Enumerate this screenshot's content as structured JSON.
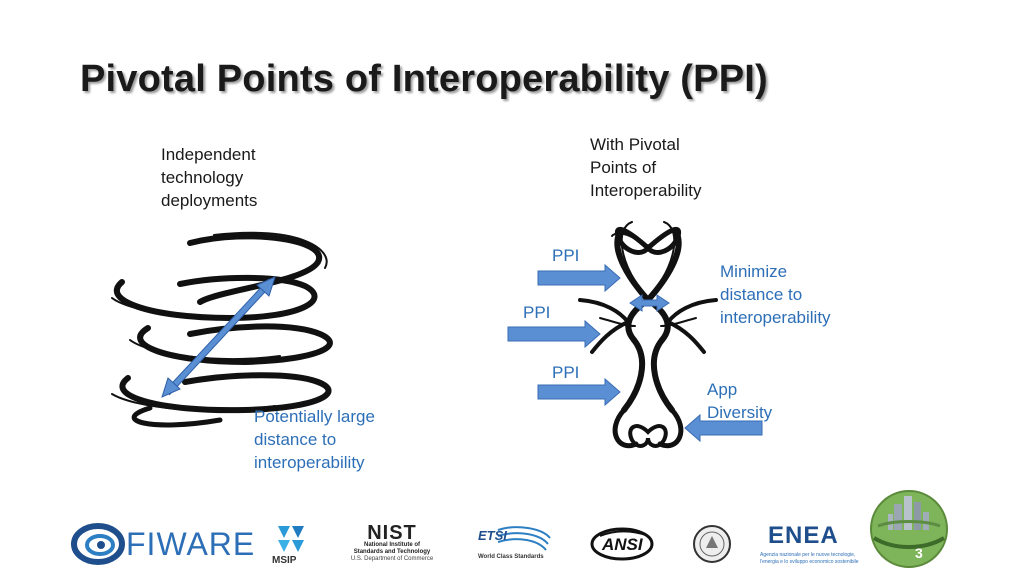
{
  "slide": {
    "title": "Pivotal Points of Interoperability (PPI)",
    "left_caption": [
      "Independent",
      "technology",
      "deployments"
    ],
    "right_caption": [
      "With Pivotal",
      "Points of",
      "Interoperability"
    ],
    "distance_caption": [
      "Potentially large",
      "distance to",
      "interoperability"
    ],
    "minimize_caption": [
      "Minimize",
      "distance to",
      "interoperability"
    ],
    "app_caption": [
      "App",
      "Diversity"
    ],
    "ppi_labels": [
      "PPI",
      "PPI",
      "PPI"
    ],
    "page_number": "3"
  },
  "logos": {
    "fiware": "FIWARE",
    "msip": "MSIP",
    "nist_main": "NIST",
    "nist_sub1": "National Institute of",
    "nist_sub2": "Standards and Technology",
    "nist_sub3": "U.S. Department of Commerce",
    "etsi": "ETSI",
    "etsi_sub": "World Class Standards",
    "ansi": "ANSI",
    "enea": "ENEA",
    "enea_sub1": "Agenzia nazionale per le nuove tecnologie,",
    "enea_sub2": "l'energia e lo sviluppo economico sostenibile"
  },
  "colors": {
    "accent": "#2d6fb7",
    "arrow": "#5b8fd3",
    "text": "#1a1a1a"
  }
}
